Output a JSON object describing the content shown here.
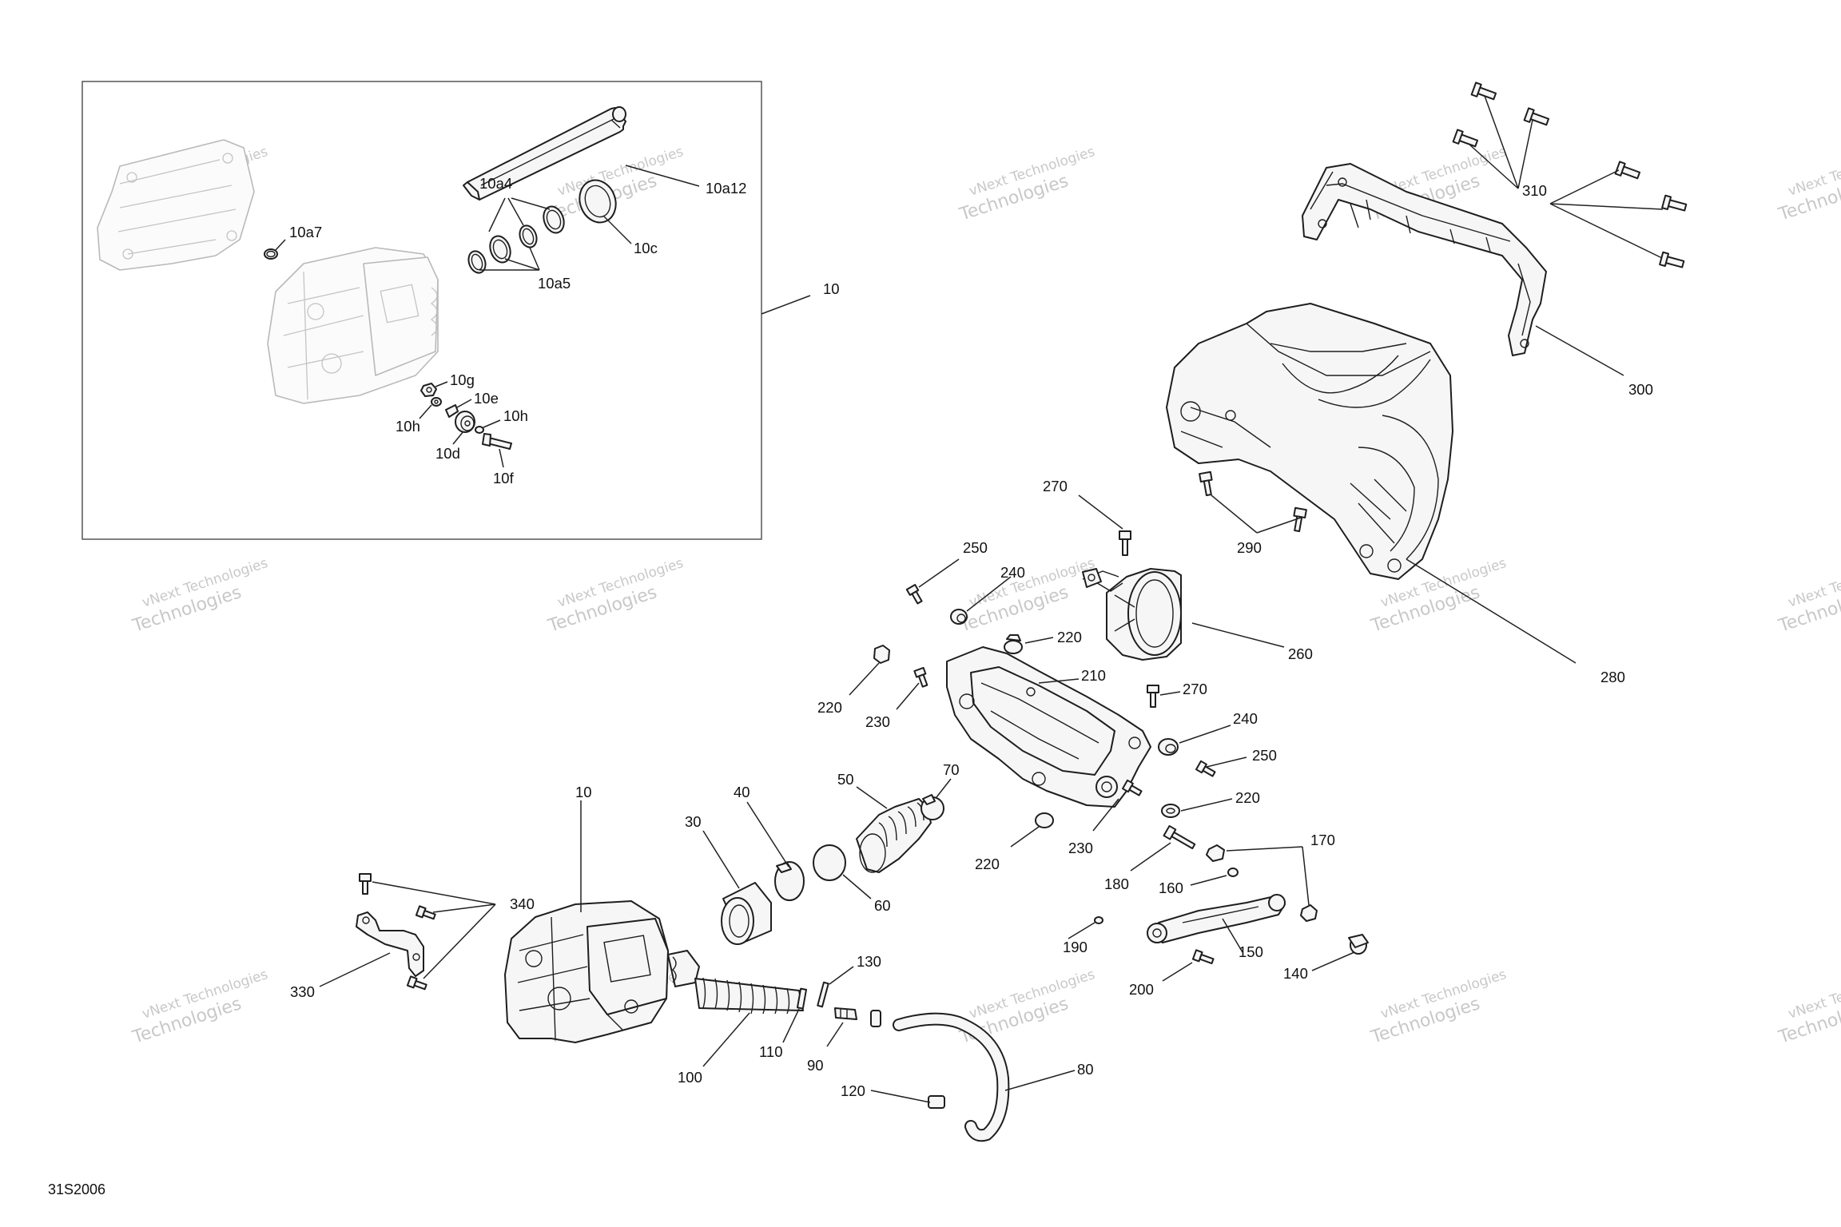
{
  "drawing_number": "31S2006",
  "watermark": {
    "line1": "vNext Technologies",
    "line2": "Technologies"
  },
  "callouts": {
    "c10_box": "10",
    "c10a4": "10a4",
    "c10a5": "10a5",
    "c10a7": "10a7",
    "c10a12": "10a12",
    "c10c": "10c",
    "c10g": "10g",
    "c10e": "10e",
    "c10h_left": "10h",
    "c10h_right": "10h",
    "c10d": "10d",
    "c10f": "10f",
    "c310": "310",
    "c300": "300",
    "c270_top": "270",
    "c290": "290",
    "c280": "280",
    "c250_top": "250",
    "c240_top": "240",
    "c220_top": "220",
    "c260": "260",
    "c210": "210",
    "c220_left": "220",
    "c230_left": "230",
    "c270_mid": "270",
    "c240_mid": "240",
    "c250_mid": "250",
    "c220_right": "220",
    "c230_bottom": "230",
    "c220_bottom": "220",
    "c10_main": "10",
    "c40": "40",
    "c50": "50",
    "c70": "70",
    "c30": "30",
    "c60": "60",
    "c170": "170",
    "c180": "180",
    "c160": "160",
    "c340": "340",
    "c190": "190",
    "c150": "150",
    "c140": "140",
    "c200": "200",
    "c330": "330",
    "c130": "130",
    "c110": "110",
    "c100": "100",
    "c90": "90",
    "c80": "80",
    "c120": "120"
  }
}
